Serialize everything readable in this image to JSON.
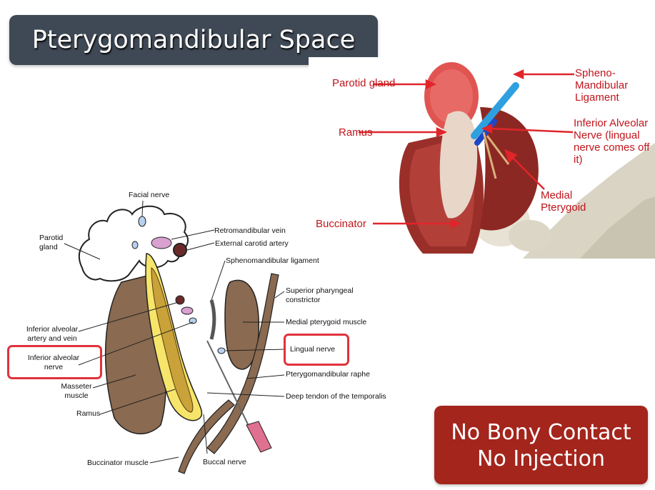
{
  "slide": {
    "title": "Pterygomandibular Space",
    "note_line1": "No Bony Contact",
    "note_line2": "No Injection"
  },
  "photo_labels": {
    "parotid_gland": "Parotid gland",
    "ramus": "Ramus",
    "buccinator": "Buccinator",
    "sphenomandibular": "Spheno-Mandibular Ligament",
    "inferior_alveolar": "Inferior Alveolar Nerve (lingual nerve comes off it)",
    "medial_pterygoid": "Medial Pterygoid"
  },
  "diagram_labels": {
    "facial_nerve": "Facial nerve",
    "parotid_gland": "Parotid gland",
    "retromandibular_vein": "Retromandibular vein",
    "external_carotid": "External carotid artery",
    "sphenomandibular_ligament": "Sphenomandibular ligament",
    "superior_pharyngeal": "Superior pharyngeal constrictor",
    "medial_pterygoid_muscle": "Medial pterygoid muscle",
    "inferior_alveolar_artery_vein": "Inferior alveolar artery and vein",
    "inferior_alveolar_nerve": "Inferior alveolar nerve",
    "lingual_nerve": "Lingual nerve",
    "masseter_muscle": "Masseter muscle",
    "pterygomandibular_raphe": "Pterygomandibular raphe",
    "deep_tendon": "Deep tendon of the temporalis",
    "ramus": "Ramus",
    "buccinator_muscle": "Buccinator muscle",
    "buccal_nerve": "Buccal nerve"
  },
  "colors": {
    "title_bg": "#3f4955",
    "note_bg": "#a3251c",
    "label_red": "#c0161c",
    "highlight": "#e0323c"
  }
}
